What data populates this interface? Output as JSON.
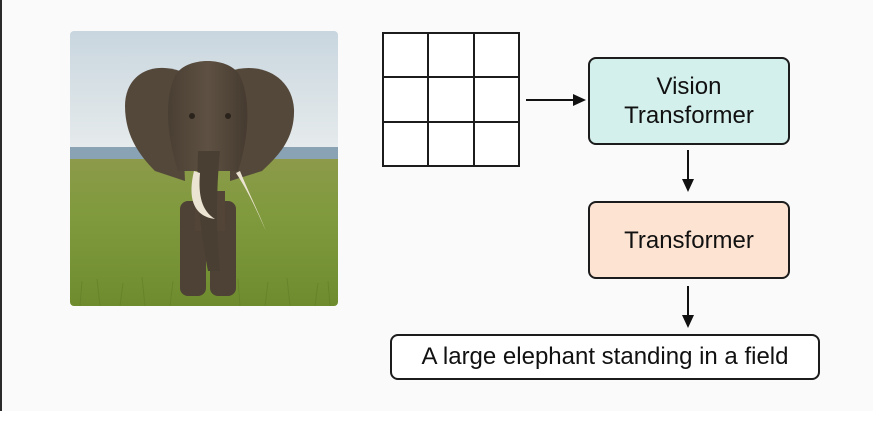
{
  "vision_transformer": {
    "line1": "Vision",
    "line2": "Transformer",
    "fill": "#d4f0ec"
  },
  "transformer": {
    "label": "Transformer",
    "fill": "#fde4d2"
  },
  "caption": {
    "text": "A large elephant standing in a field"
  },
  "patch_grid": {
    "rows": 3,
    "cols": 3
  },
  "colors": {
    "border": "#1c1c1c",
    "background": "#fafafa"
  },
  "image": {
    "subject": "elephant-photo"
  }
}
